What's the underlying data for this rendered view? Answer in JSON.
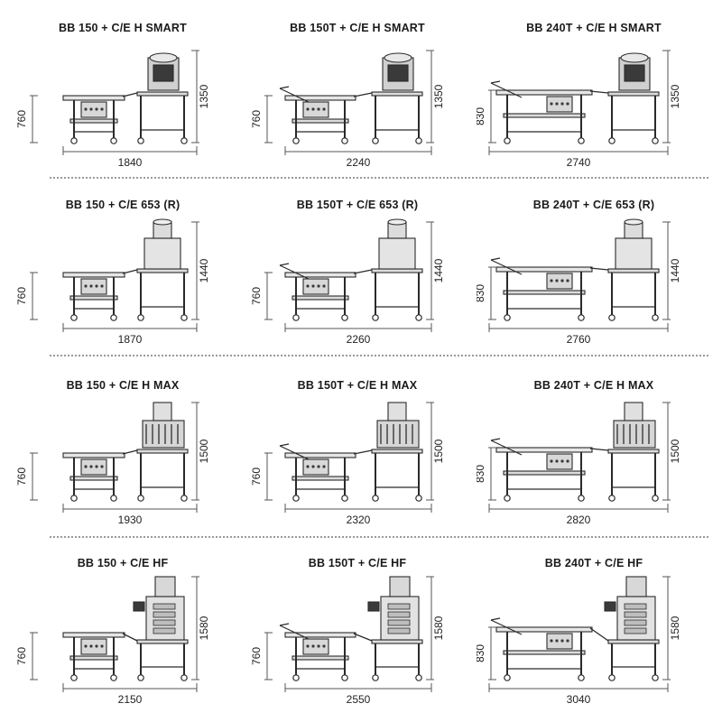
{
  "rows": [
    {
      "panels": [
        {
          "title": "BB 150 + C/E H SMART",
          "bb": "150",
          "ce": "SMART",
          "h_low": "760",
          "h_high": "1350",
          "width": "1840"
        },
        {
          "title": "BB 150T + C/E H SMART",
          "bb": "150T",
          "ce": "SMART",
          "h_low": "760",
          "h_high": "1350",
          "width": "2240"
        },
        {
          "title": "BB 240T + C/E H SMART",
          "bb": "240T",
          "ce": "SMART",
          "h_low": "830",
          "h_high": "1350",
          "width": "2740"
        }
      ]
    },
    {
      "panels": [
        {
          "title": "BB 150 + C/E 653 (R)",
          "bb": "150",
          "ce": "653",
          "h_low": "760",
          "h_high": "1440",
          "width": "1870"
        },
        {
          "title": "BB 150T + C/E 653 (R)",
          "bb": "150T",
          "ce": "653",
          "h_low": "760",
          "h_high": "1440",
          "width": "2260"
        },
        {
          "title": "BB 240T + C/E 653 (R)",
          "bb": "240T",
          "ce": "653",
          "h_low": "830",
          "h_high": "1440",
          "width": "2760"
        }
      ]
    },
    {
      "panels": [
        {
          "title": "BB 150 + C/E H MAX",
          "bb": "150",
          "ce": "MAX",
          "h_low": "760",
          "h_high": "1500",
          "width": "1930"
        },
        {
          "title": "BB 150T + C/E H MAX",
          "bb": "150T",
          "ce": "MAX",
          "h_low": "760",
          "h_high": "1500",
          "width": "2320"
        },
        {
          "title": "BB 240T + C/E H MAX",
          "bb": "240T",
          "ce": "MAX",
          "h_low": "830",
          "h_high": "1500",
          "width": "2820"
        }
      ]
    },
    {
      "panels": [
        {
          "title": "BB 150 + C/E HF",
          "bb": "150",
          "ce": "HF",
          "h_low": "760",
          "h_high": "1580",
          "width": "2150"
        },
        {
          "title": "BB 150T + C/E HF",
          "bb": "150T",
          "ce": "HF",
          "h_low": "760",
          "h_high": "1580",
          "width": "2550"
        },
        {
          "title": "BB 240T + C/E HF",
          "bb": "240T",
          "ce": "HF",
          "h_low": "830",
          "h_high": "1580",
          "width": "3040"
        }
      ]
    }
  ],
  "colors": {
    "line": "#2a2a2a",
    "dim": "#555555",
    "metal": "#f2f2f2",
    "dark": "#3a3a3a",
    "separator": "#9a9a9a"
  }
}
